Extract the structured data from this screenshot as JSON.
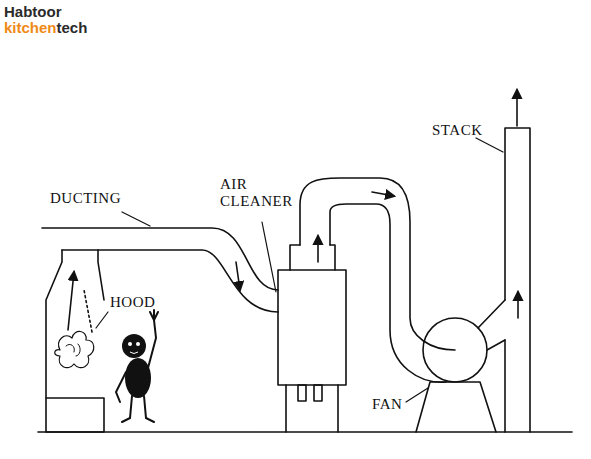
{
  "diagram": {
    "labels": [
      "Habtoor",
      "kitchen",
      "tech",
      "DUCTING",
      "AIR CLEANER",
      "HOOD",
      "STACK",
      "FAN"
    ]
  }
}
